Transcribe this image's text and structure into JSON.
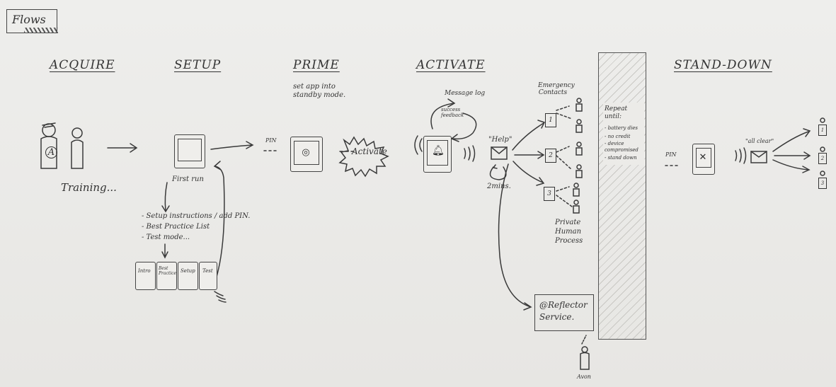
{
  "title": "Flows",
  "stages": {
    "acquire": "ACQUIRE",
    "setup": "SETUP",
    "prime": "PRIME",
    "activate": "ACTIVATE",
    "stand_down": "STAND-DOWN"
  },
  "acquire": {
    "badge": "A",
    "training": "Training..."
  },
  "setup": {
    "first_run": "First run",
    "list": [
      "- Setup instructions / add PIN.",
      "- Best Practice List",
      "- Test mode..."
    ],
    "screens": [
      "Intro",
      "Best Practice",
      "Setup",
      "Test"
    ]
  },
  "prime": {
    "note": "set app into standby mode.",
    "pin": "PIN",
    "activate_burst": "Activate"
  },
  "activate": {
    "message_log": "Message log",
    "success_feedback": "success feedback",
    "help_quote": "\"Help\"",
    "two_mins": "2mins.",
    "emergency_contacts": "Emergency Contacts",
    "contact_numbers": [
      "1",
      "2",
      "3"
    ],
    "private_human_process": "Private Human Process",
    "reflector_service": "@Reflector Service.",
    "avon": "Avon"
  },
  "repeat_until": {
    "heading": "Repeat until:",
    "items": [
      "- battery dies",
      "- no credit",
      "- device compromised",
      "- stand down"
    ]
  },
  "stand_down": {
    "pin": "PIN",
    "all_clear": "\"all clear\"",
    "contact_numbers": [
      "1",
      "2",
      "3"
    ]
  },
  "colors": {
    "ink": "#333333",
    "paper": "#eeeeec"
  }
}
